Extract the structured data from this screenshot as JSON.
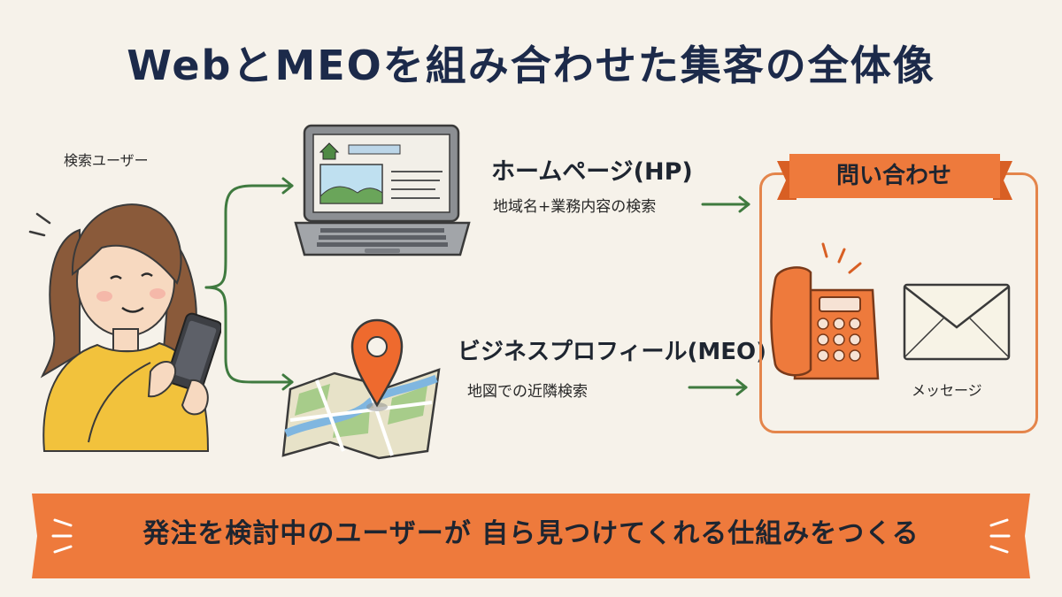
{
  "title": "WebとMEOを組み合わせた集客の全体像",
  "user": {
    "label": "検索ユーザー"
  },
  "channels": [
    {
      "title": "ホームページ(HP)",
      "subtitle": "地域名+業務内容の検索"
    },
    {
      "title": "ビジネスプロフィール(MEO)",
      "subtitle": "地図での近隣検索"
    }
  ],
  "contact": {
    "label": "問い合わせ",
    "mail_label": "メッセージ"
  },
  "banner": {
    "text": "発注を検討中のユーザーが 自ら見つけてくれる仕組みをつくる"
  },
  "colors": {
    "accent": "#ee7a3c",
    "arrow": "#3f7a3f",
    "title": "#1c2a4a",
    "background": "#f6f2ea"
  },
  "icons": [
    "user-with-smartphone",
    "laptop-icon",
    "map-pin-icon",
    "telephone-icon",
    "envelope-icon"
  ]
}
